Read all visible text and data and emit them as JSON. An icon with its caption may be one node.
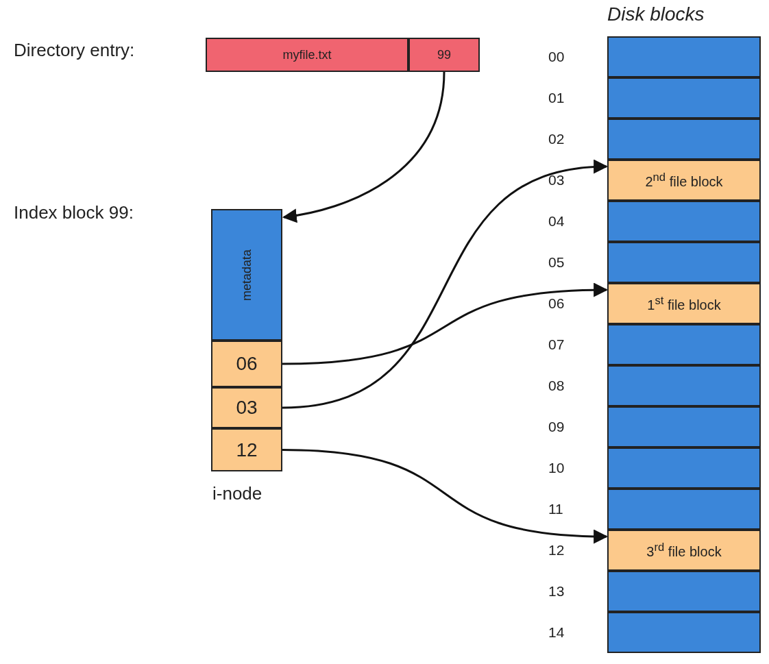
{
  "diagram": {
    "nodes": [
      {
        "text": [
          "Directory entry:"
        ]
      },
      {
        "text": [
          "myfile.txt"
        ],
        "in": 0
      },
      {
        "text": [
          "99"
        ],
        "in": 0
      },
      {
        "text": [
          "Index block 99:"
        ],
        "beside": [
          "i-node"
        ]
      },
      {
        "text": [
          "metadata"
        ],
        "in": 3
      },
      {
        "text": [
          "06"
        ],
        "in": 3
      },
      {
        "text": [
          "03"
        ],
        "in": 3
      },
      {
        "text": [
          "12"
        ],
        "in": 3
      },
      {
        "text": [
          "Disk blocks"
        ]
      },
      {
        "text": [],
        "shape": "box",
        "in": 8,
        "beside": [
          "00"
        ]
      },
      {
        "text": [],
        "shape": "box",
        "in": 8,
        "beside": [
          "01"
        ]
      },
      {
        "text": [],
        "shape": "box",
        "in": 8,
        "beside": [
          "02"
        ]
      },
      {
        "text": [
          "2$^{nd}$ file block"
        ],
        "in": 8,
        "beside": [
          "03"
        ]
      },
      {
        "text": [],
        "shape": "box",
        "in": 8,
        "beside": [
          "04"
        ]
      },
      {
        "text": [],
        "shape": "box",
        "in": 8,
        "beside": [
          "05"
        ]
      },
      {
        "text": [
          "1$^{st}$ file block"
        ],
        "in": 8,
        "beside": [
          "06"
        ]
      },
      {
        "text": [],
        "shape": "box",
        "in": 8,
        "beside": [
          "07"
        ]
      },
      {
        "text": [],
        "shape": "box",
        "in": 8,
        "beside": [
          "08"
        ]
      },
      {
        "text": [],
        "shape": "box",
        "in": 8,
        "beside": [
          "09"
        ]
      },
      {
        "text": [],
        "shape": "box",
        "in": 8,
        "beside": [
          "10"
        ]
      },
      {
        "text": [],
        "shape": "box",
        "in": 8,
        "beside": [
          "11"
        ]
      },
      {
        "text": [
          "3$^{rd}$ file block"
        ],
        "in": 8,
        "beside": [
          "12"
        ]
      },
      {
        "text": [],
        "shape": "box",
        "in": 8,
        "beside": [
          "13"
        ]
      },
      {
        "text": [],
        "shape": "box",
        "in": 8,
        "beside": [
          "14"
        ]
      }
    ],
    "edges": [
      {
        "from": 2,
        "to": 4,
        "arrow": "to"
      },
      {
        "from": 5,
        "to": 15,
        "arrow": "to"
      },
      {
        "from": 6,
        "to": 12,
        "arrow": "to"
      },
      {
        "from": 7,
        "to": 21,
        "arrow": "to"
      }
    ]
  }
}
